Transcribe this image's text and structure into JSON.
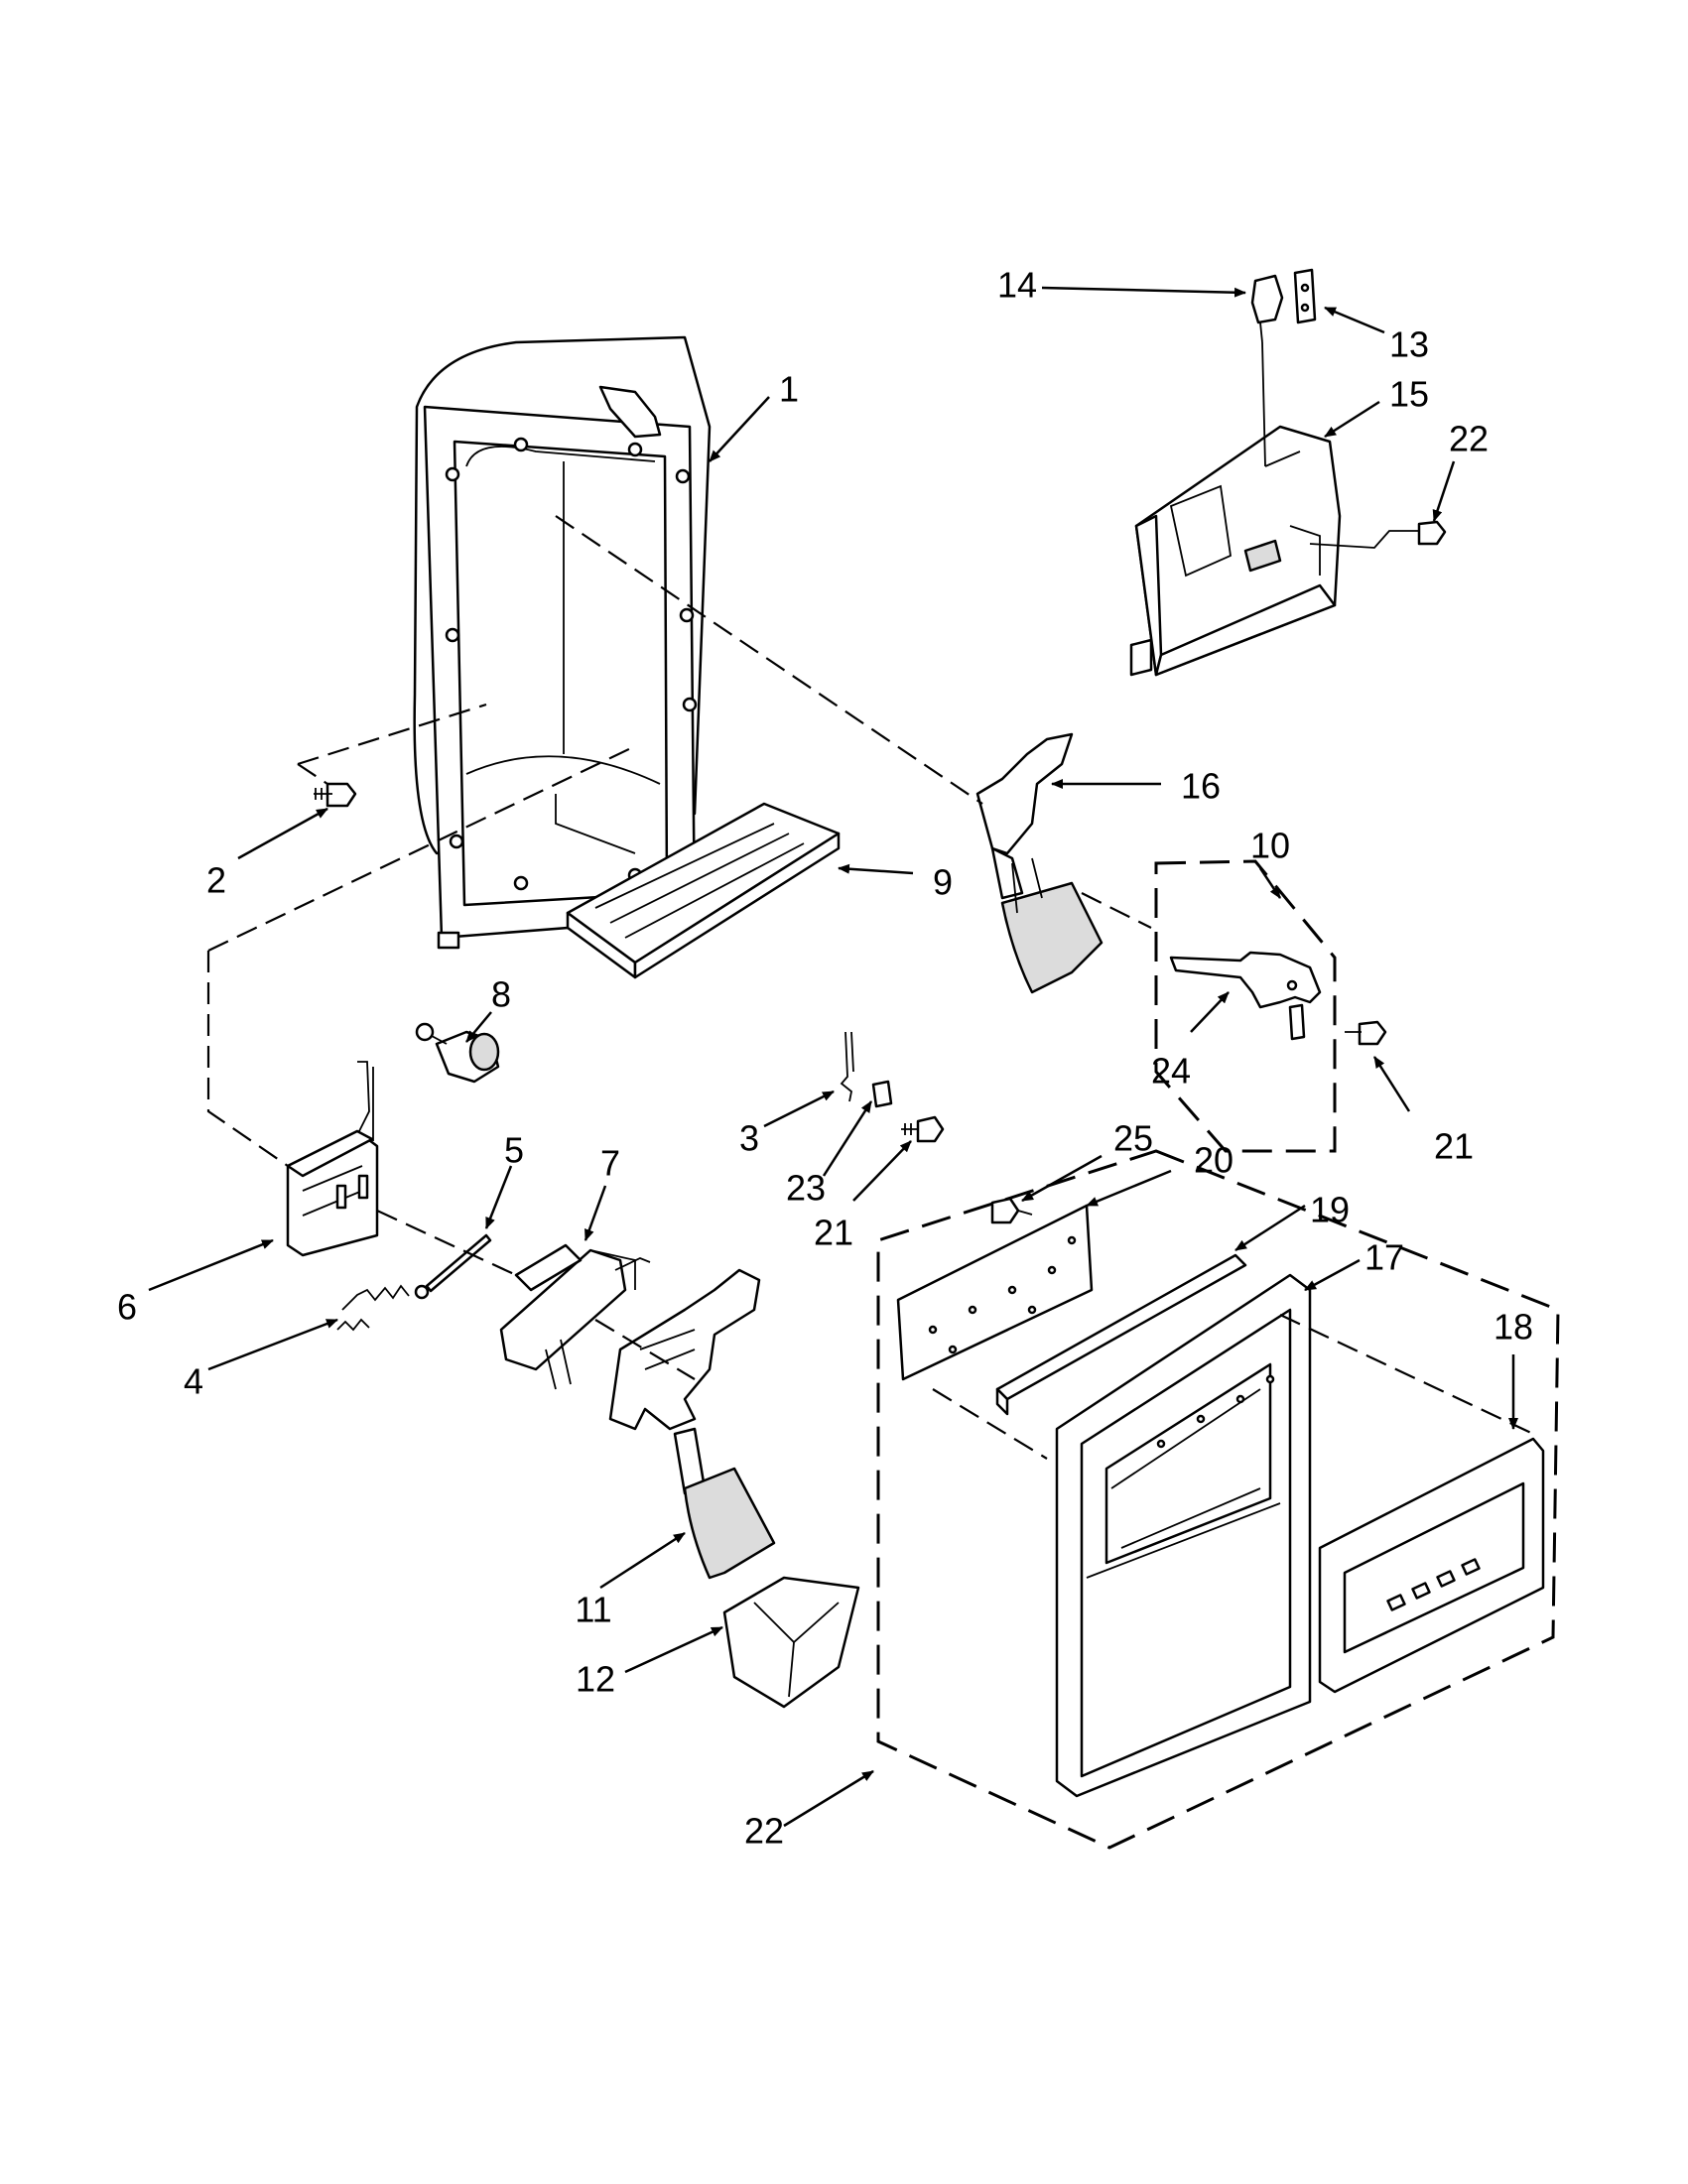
{
  "diagram": {
    "type": "exploded-parts-view",
    "callouts": [
      {
        "id": "c1",
        "text": "1"
      },
      {
        "id": "c2",
        "text": "2"
      },
      {
        "id": "c3",
        "text": "3"
      },
      {
        "id": "c4",
        "text": "4"
      },
      {
        "id": "c5",
        "text": "5"
      },
      {
        "id": "c6",
        "text": "6"
      },
      {
        "id": "c7",
        "text": "7"
      },
      {
        "id": "c8",
        "text": "8"
      },
      {
        "id": "c9",
        "text": "9"
      },
      {
        "id": "c10",
        "text": "10"
      },
      {
        "id": "c11",
        "text": "11"
      },
      {
        "id": "c12",
        "text": "12"
      },
      {
        "id": "c13",
        "text": "13"
      },
      {
        "id": "c14",
        "text": "14"
      },
      {
        "id": "c15",
        "text": "15"
      },
      {
        "id": "c16",
        "text": "16"
      },
      {
        "id": "c17",
        "text": "17"
      },
      {
        "id": "c18",
        "text": "18"
      },
      {
        "id": "c19",
        "text": "19"
      },
      {
        "id": "c20",
        "text": "20"
      },
      {
        "id": "c21a",
        "text": "21"
      },
      {
        "id": "c21b",
        "text": "21"
      },
      {
        "id": "c22a",
        "text": "22"
      },
      {
        "id": "c22b",
        "text": "22"
      },
      {
        "id": "c23",
        "text": "23"
      },
      {
        "id": "c24",
        "text": "24"
      },
      {
        "id": "c25",
        "text": "25"
      }
    ]
  }
}
